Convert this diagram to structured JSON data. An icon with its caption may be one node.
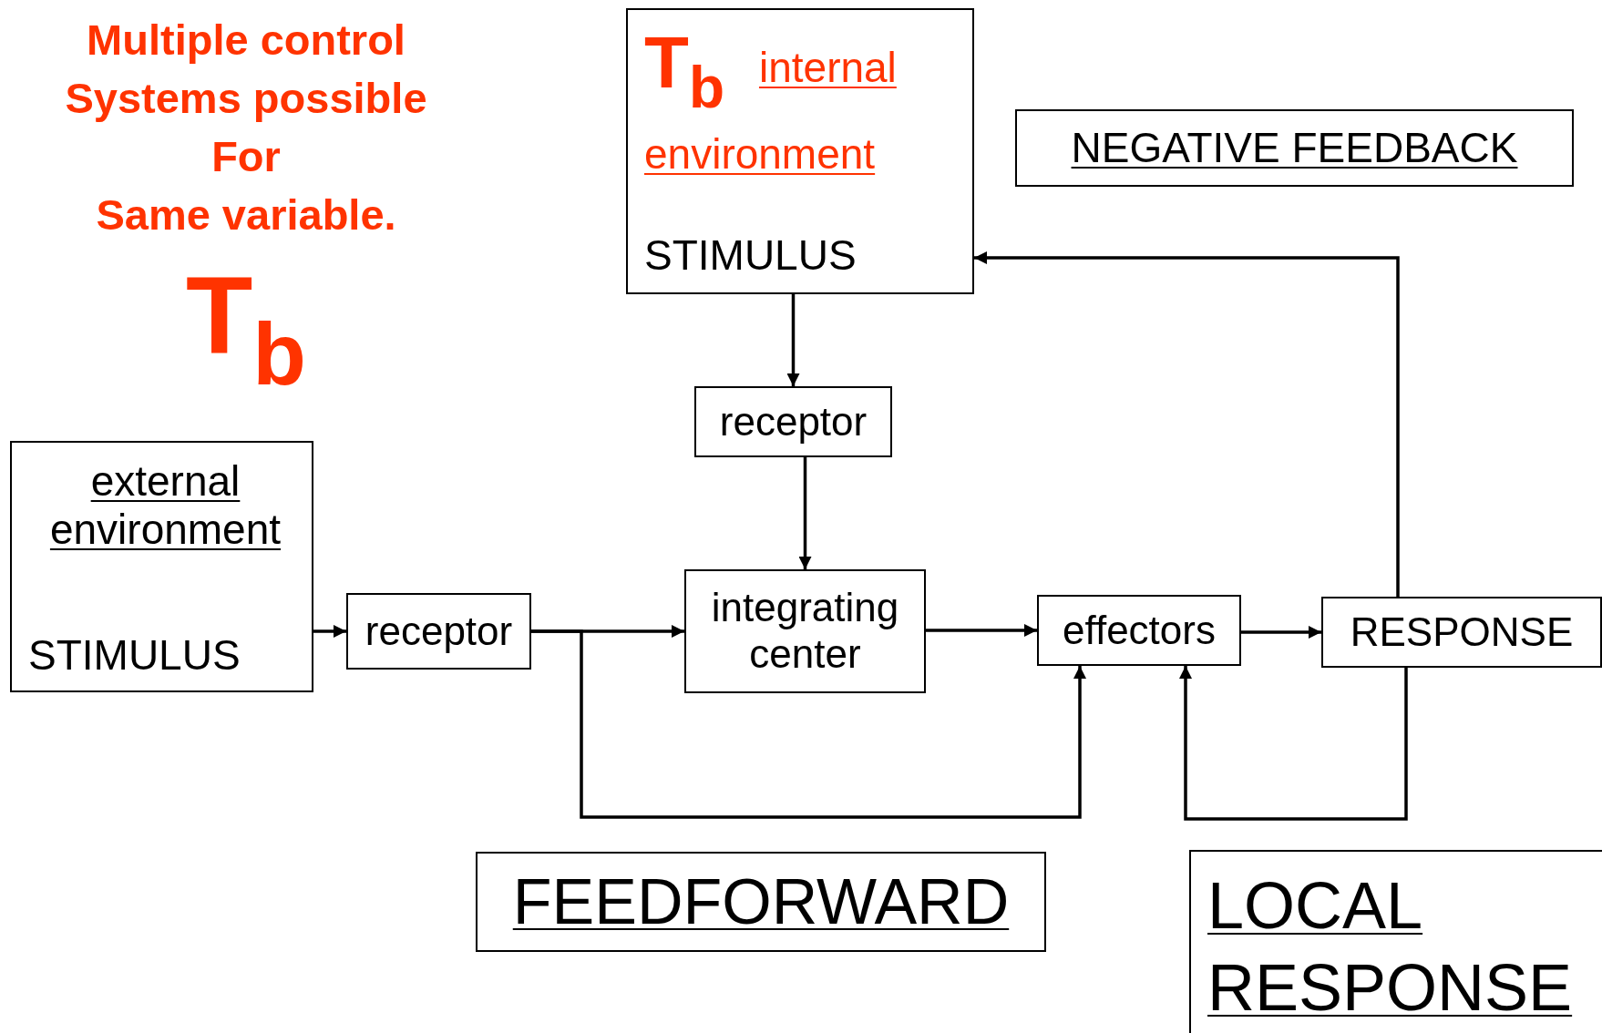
{
  "diagram": {
    "nodes": [
      {
        "text": [
          "T$_{b}$",
          "internal environment",
          "STIMULUS"
        ]
      },
      {
        "text": [
          "NEGATIVE FEEDBACK"
        ]
      },
      {
        "text": [
          "receptor"
        ]
      },
      {
        "text": [
          "external environment",
          "STIMULUS"
        ]
      },
      {
        "text": [
          "receptor"
        ]
      },
      {
        "text": [
          "integrating center"
        ]
      },
      {
        "text": [
          "effectors"
        ]
      },
      {
        "text": [
          "RESPONSE"
        ]
      },
      {
        "text": [
          "FEEDFORWARD"
        ]
      },
      {
        "text": [
          "LOCAL RESPONSE"
        ]
      }
    ],
    "edges": [
      {
        "from": 0,
        "to": 2,
        "arrow": "to"
      },
      {
        "from": 2,
        "to": 5,
        "arrow": "to"
      },
      {
        "from": 3,
        "to": 4,
        "arrow": "to"
      },
      {
        "from": 4,
        "to": 5,
        "arrow": "to"
      },
      {
        "from": 5,
        "to": 6,
        "arrow": "to"
      },
      {
        "from": 6,
        "to": 7,
        "arrow": "to"
      },
      {
        "from": 7,
        "to": 0,
        "arrow": "to"
      },
      {
        "from": 4,
        "to": 6,
        "arrow": "to"
      },
      {
        "from": 7,
        "to": 6,
        "arrow": "to"
      }
    ],
    "labels": [
      "Multiple control",
      "Systems possible",
      "For",
      "Same variable.",
      "T$_{b}$"
    ]
  }
}
